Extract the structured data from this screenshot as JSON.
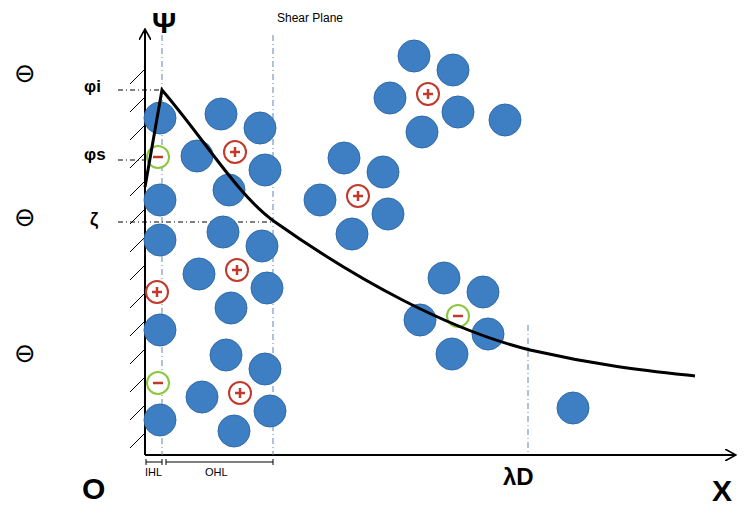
{
  "diagram": {
    "labels": [
      "Ψ",
      "Shear Plane",
      "⊖",
      "φi",
      "φs",
      "⊖",
      "ζ",
      "⊖",
      "O",
      "IHL",
      "OHL",
      "λD",
      "X"
    ]
  }
}
